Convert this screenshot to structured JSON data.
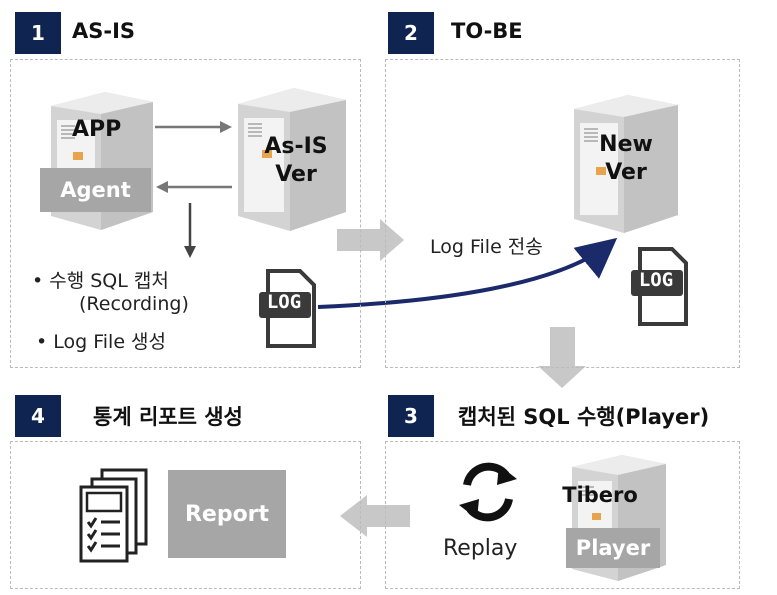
{
  "sections": {
    "s1": {
      "number": "1",
      "title": "AS-IS"
    },
    "s2": {
      "number": "2",
      "title": "TO-BE"
    },
    "s3": {
      "number": "3",
      "title": "캡처된 SQL 수행(Player)"
    },
    "s4": {
      "number": "4",
      "title": "통계 리포트 생성"
    }
  },
  "asis": {
    "app_label": "APP",
    "agent_label": "Agent",
    "server_label_line1": "As-IS",
    "server_label_line2": "Ver",
    "bullet1": "• 수행 SQL 캡처",
    "bullet1_sub": "(Recording)",
    "bullet2": "• Log File 생성",
    "log_icon_text": "LOG"
  },
  "tobe": {
    "transfer_label": "Log File 전송",
    "server_label_line1": "New",
    "server_label_line2": "Ver",
    "log_icon_text": "LOG"
  },
  "player": {
    "server_label": "Tibero",
    "player_label": "Player",
    "replay_label": "Replay"
  },
  "report": {
    "report_label": "Report"
  },
  "colors": {
    "badge": "#0f2450",
    "curve_arrow": "#1b2a6b",
    "gray_box": "#a6a6a6",
    "block_arrow": "#c8c8c8"
  }
}
